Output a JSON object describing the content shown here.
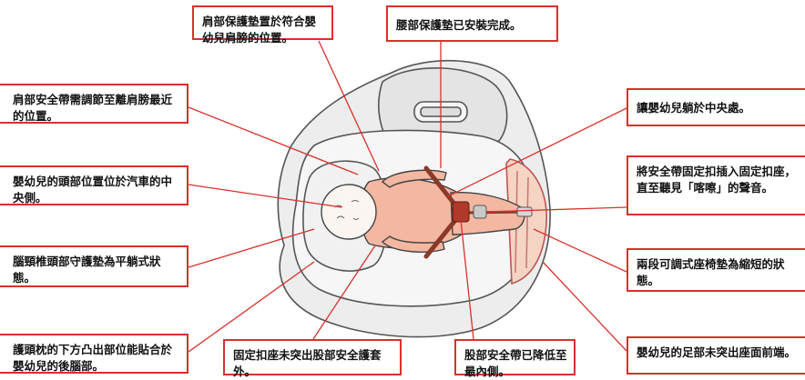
{
  "colors": {
    "callout_border": "#d7312b",
    "leader_line": "#d7312b",
    "seat_outline": "#555555",
    "seat_fill": "#e8e8e8",
    "child_skin": "#f3b7a2"
  },
  "callouts": {
    "shoulder_pad": "肩部保護墊置於符合嬰幼兒肩膀的位置。",
    "waist_pad": "腰部保護墊已安裝完成。",
    "shoulder_belt": "肩部安全帶需調節至離肩膀最近的位置。",
    "head_center": "嬰幼兒的頭部位置位於汽車的中央側。",
    "neck_pad": "腦頸椎頭部守護墊為平躺式狀態。",
    "headrest": "護頭枕的下方凸出部位能貼合於嬰幼兒的後腦部。",
    "buckle_base": "固定扣座未突出股部安全護套外。",
    "crotch_belt": "股部安全帶已降低至最內側。",
    "child_center": "讓嬰幼兒躺於中央處。",
    "insert_buckle": "將安全帶固定扣插入固定扣座，直至聽見「喀嚓」的聲音。",
    "leg_rest": "兩段可調式座椅墊為縮短的狀態。",
    "feet": "嬰幼兒的足部未突出座面前端。"
  },
  "icons": {
    "child_illustration": "child-in-car-seat-illustration"
  }
}
